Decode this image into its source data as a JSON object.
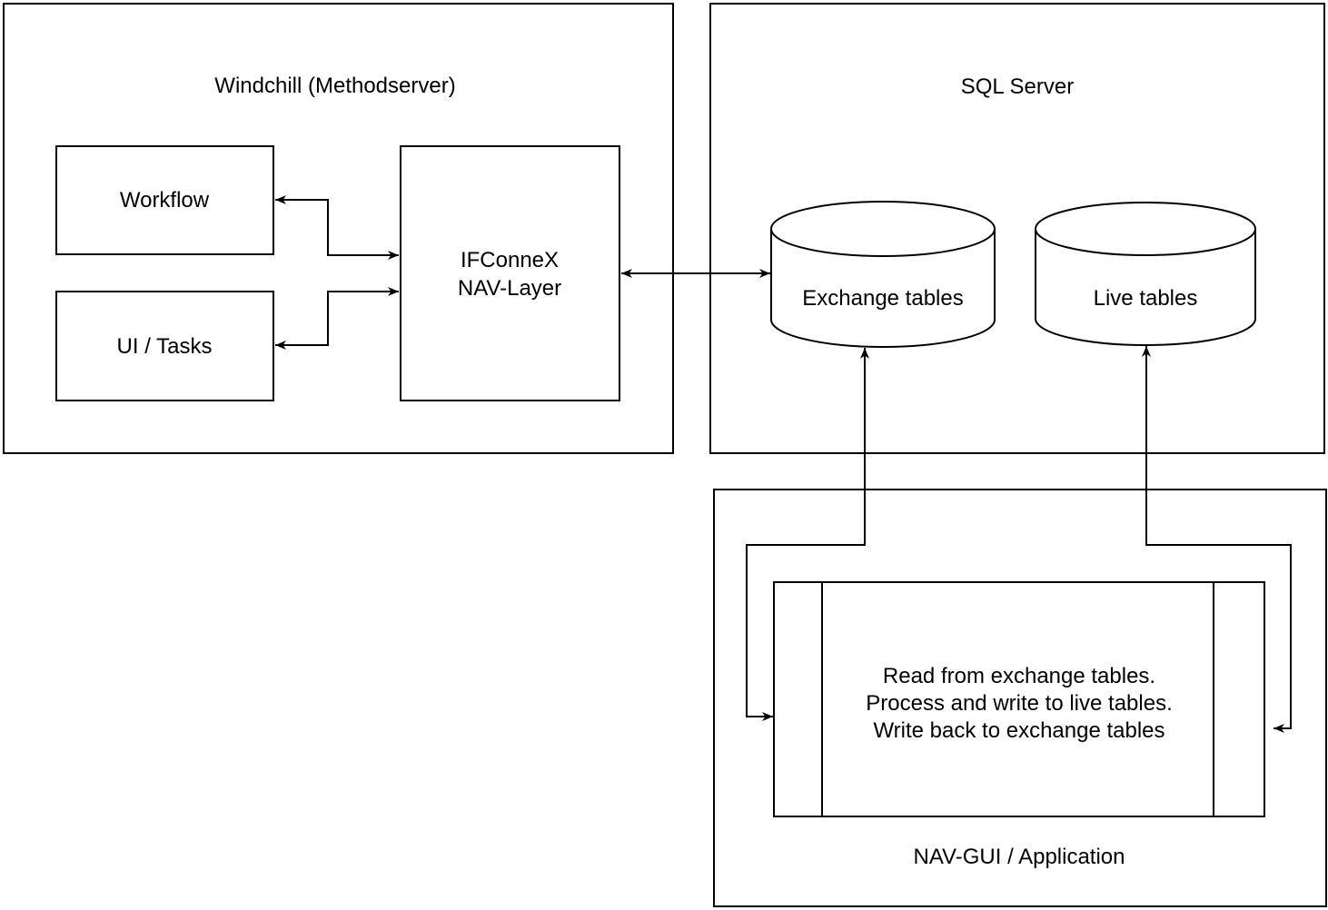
{
  "colors": {
    "stroke": "#000000",
    "background": "#ffffff"
  },
  "windchill": {
    "title": "Windchill (Methodserver)",
    "workflow_label": "Workflow",
    "ui_tasks_label": "UI / Tasks",
    "ifconnex_label_line1": "IFConneX",
    "ifconnex_label_line2": "NAV-Layer"
  },
  "sql_server": {
    "title": "SQL Server",
    "exchange_label": "Exchange tables",
    "live_label": "Live tables"
  },
  "nav_gui": {
    "title": "NAV-GUI / Application",
    "process_line1": "Read from exchange tables.",
    "process_line2": "Process and write to live tables.",
    "process_line3": "Write back to exchange tables"
  }
}
